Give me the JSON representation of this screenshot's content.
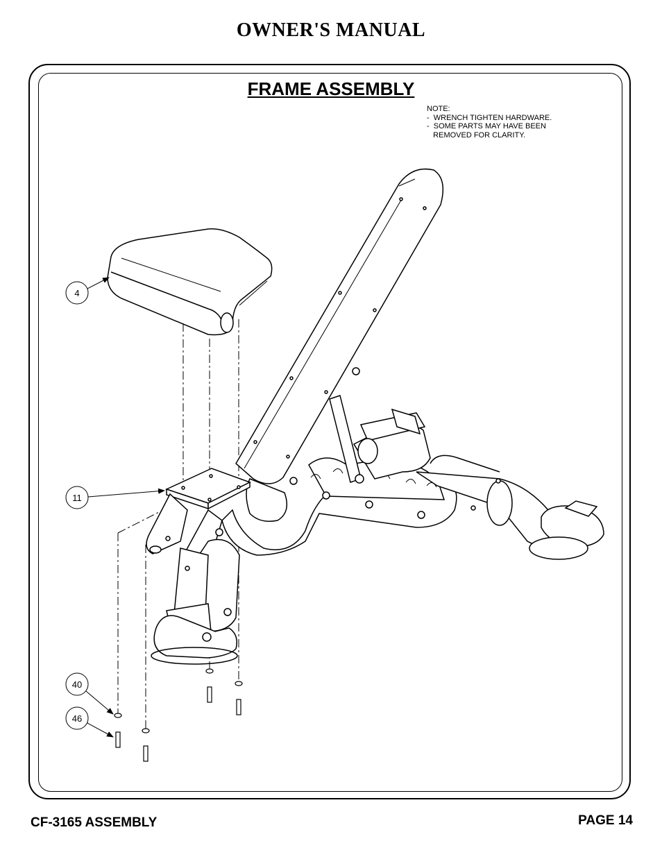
{
  "header": {
    "title": "OWNER'S MANUAL"
  },
  "section": {
    "title": "FRAME ASSEMBLY"
  },
  "note": {
    "heading": "NOTE:",
    "lines": [
      "-  WRENCH TIGHTEN HARDWARE.",
      "-  SOME PARTS MAY HAVE BEEN",
      "   REMOVED FOR CLARITY."
    ]
  },
  "callouts": {
    "part_4": "4",
    "part_11": "11",
    "part_40": "40",
    "part_46": "46"
  },
  "footer": {
    "left": "CF-3165 ASSEMBLY",
    "right": "PAGE 14"
  }
}
